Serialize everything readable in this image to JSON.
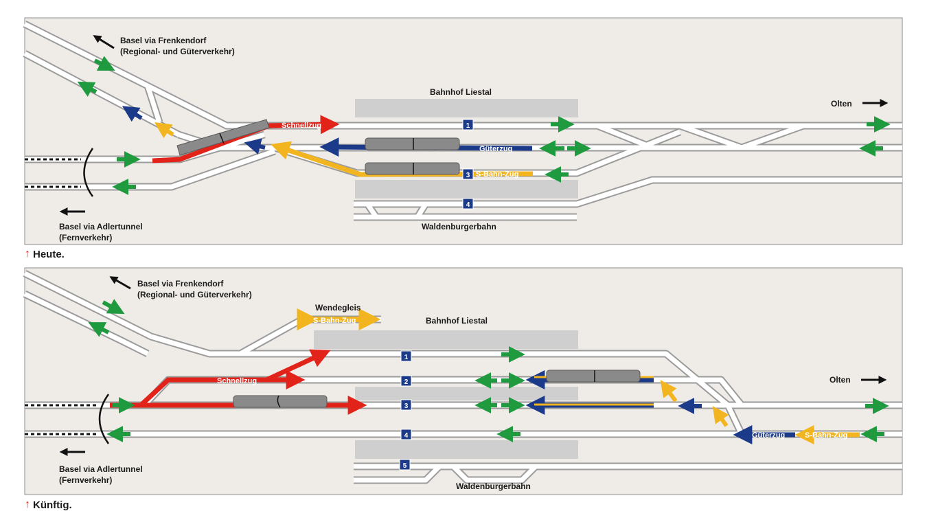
{
  "colors": {
    "panel_bg": "#efebe6",
    "track_fill": "#ffffff",
    "track_edge": "#9b9b9b",
    "platform": "#cfcfcf",
    "green": "#1f9a3f",
    "blue": "#1c3a8a",
    "red": "#e2231a",
    "yellow": "#f2b51f",
    "train": "#8a8a8a"
  },
  "today": {
    "caption_arrow": "↑",
    "caption": "Heute.",
    "station": "Bahnhof Liestal",
    "dir_basel_frenkendorf_1": "Basel via Frenkendorf",
    "dir_basel_frenkendorf_2": "(Regional- und Güterverkehr)",
    "dir_basel_adler_1": "Basel via Adlertunnel",
    "dir_basel_adler_2": "(Fernverkehr)",
    "dir_olten": "Olten",
    "waldenburg": "Waldenburgerbahn",
    "schnellzug": "Schnellzug",
    "gueterzug": "Güterzug",
    "sbahn": "S-Bahn-Zug",
    "track_numbers": [
      "1",
      "3",
      "4"
    ]
  },
  "future": {
    "caption_arrow": "↑",
    "caption": "Künftig.",
    "station": "Bahnhof Liestal",
    "wendegleis": "Wendegleis",
    "dir_basel_frenkendorf_1": "Basel via Frenkendorf",
    "dir_basel_frenkendorf_2": "(Regional- und Güterverkehr)",
    "dir_basel_adler_1": "Basel via Adlertunnel",
    "dir_basel_adler_2": "(Fernverkehr)",
    "dir_olten": "Olten",
    "waldenburg": "Waldenburgerbahn",
    "schnellzug": "Schnellzug",
    "gueterzug": "Güterzug",
    "sbahn_wende": "S-Bahn-Zug",
    "sbahn": "S-Bahn-Zug",
    "track_numbers": [
      "1",
      "2",
      "3",
      "4",
      "5"
    ]
  }
}
